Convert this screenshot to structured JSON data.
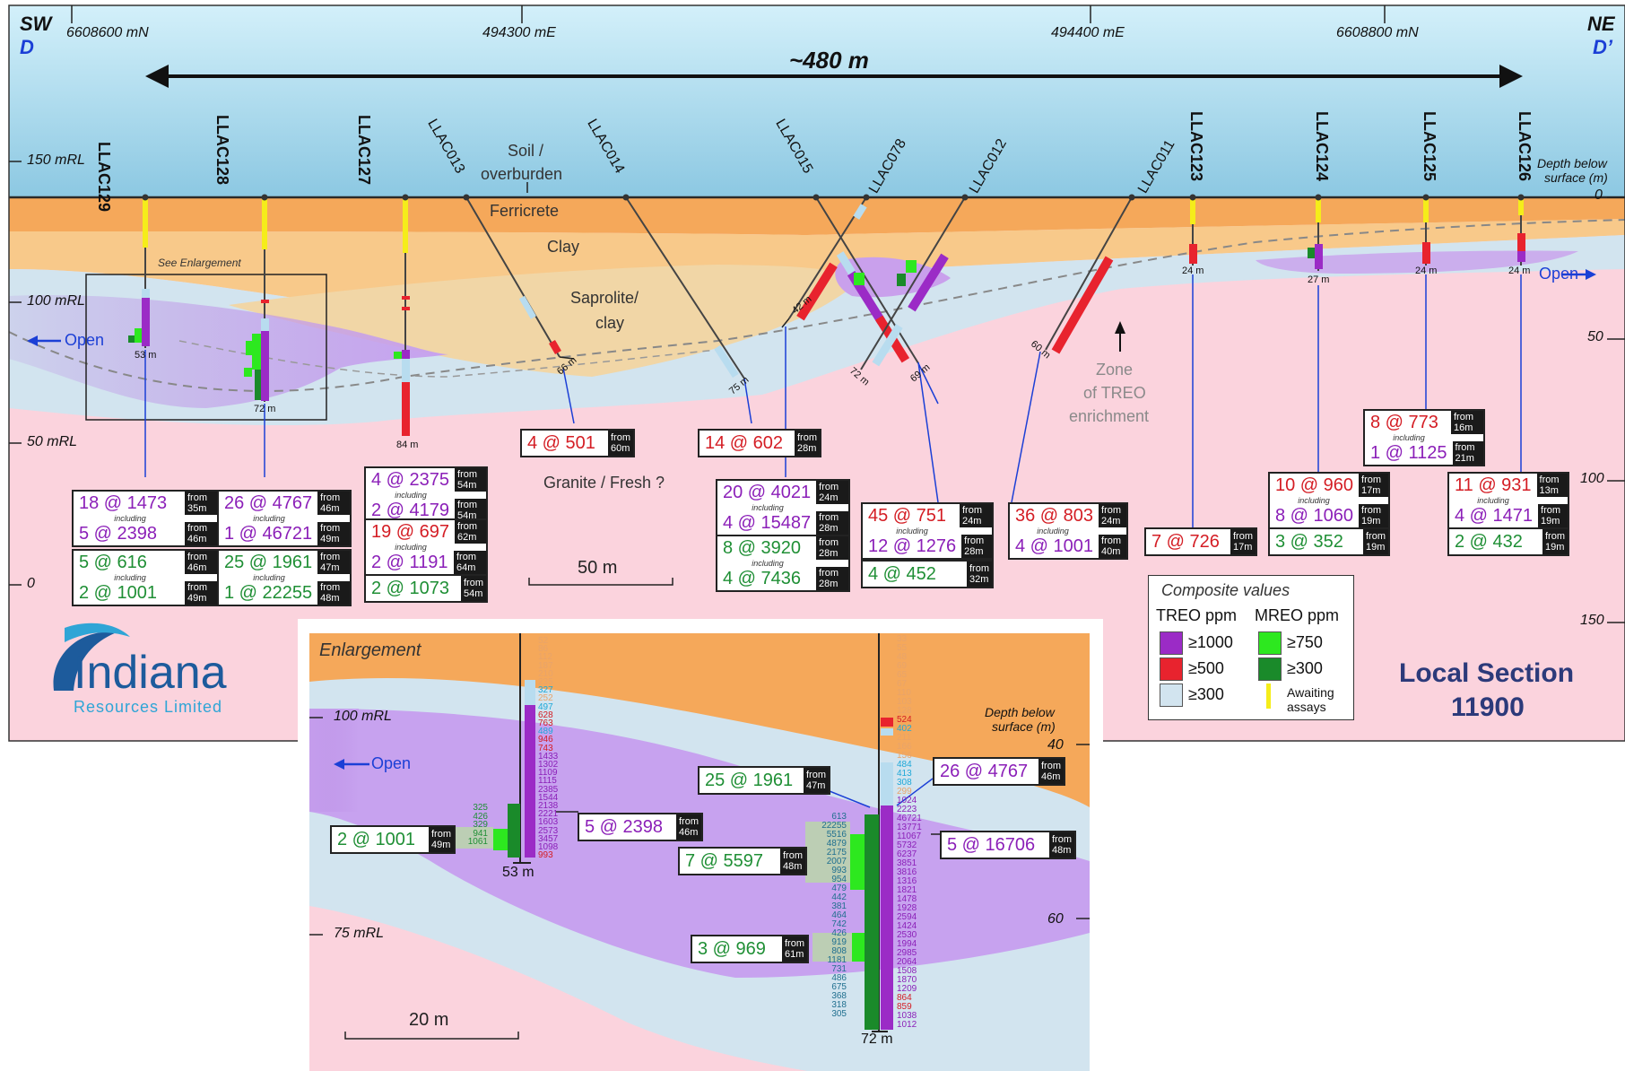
{
  "section": {
    "sw_label": "SW",
    "sw_letter": "D",
    "ne_label": "NE",
    "ne_letter": "D’",
    "top_ticks": [
      "6608600 mN",
      "494300 mE",
      "494400 mE",
      "6608800 mN"
    ],
    "width_label": "~480 m",
    "title": "Local Section\n11900",
    "title_line1": "Local Section",
    "title_line2": "11900"
  },
  "axes": {
    "left_mrl": [
      "150 mRL",
      "100 mRL",
      "50 mRL",
      "0"
    ],
    "right_depth_title": "Depth below\nsurface (m)",
    "right_depth_line1": "Depth below",
    "right_depth_line2": "surface (m)",
    "right_depth": [
      "0",
      "50",
      "100",
      "150"
    ]
  },
  "geology": {
    "soil": "Soil /\noverburden",
    "soil_line1": "Soil /",
    "soil_line2": "overburden",
    "ferricrete": "Ferricrete",
    "clay": "Clay",
    "saprolite_line1": "Saprolite/",
    "saprolite_line2": "clay",
    "granite": "Granite / Fresh ?",
    "zone_line1": "Zone",
    "zone_line2": "of TREO",
    "zone_line3": "enrichment",
    "open_left": "Open",
    "open_right": "Open",
    "see_enlargement": "See Enlargement",
    "scale_main": "50 m"
  },
  "holes": [
    "LLAC129",
    "LLAC128",
    "LLAC127",
    "LLAC013",
    "LLAC014",
    "LLAC015",
    "LLAC078",
    "LLAC012",
    "LLAC011",
    "LLAC123",
    "LLAC124",
    "LLAC125",
    "LLAC126"
  ],
  "depths": [
    "53 m",
    "72 m",
    "84 m",
    "66 m",
    "75 m",
    "42 m",
    "72 m",
    "69 m",
    "60 m",
    "24 m",
    "27 m",
    "24 m",
    "24 m"
  ],
  "intercepts": {
    "llac129_treo": {
      "a": "18 @ 1473",
      "a_from": "35m",
      "inc": "including",
      "b": "5 @ 2398",
      "b_from": "46m"
    },
    "llac129_mreo": {
      "a": "5 @ 616",
      "a_from": "46m",
      "inc": "including",
      "b": "2 @ 1001",
      "b_from": "49m"
    },
    "llac128_treo": {
      "a": "26 @ 4767",
      "a_from": "46m",
      "inc": "including",
      "b": "1 @ 46721",
      "b_from": "49m"
    },
    "llac128_mreo": {
      "a": "25 @ 1961",
      "a_from": "47m",
      "inc": "including",
      "b": "1 @ 22255",
      "b_from": "48m"
    },
    "llac127_treo1": {
      "a": "4 @ 2375",
      "a_from": "54m",
      "inc": "including",
      "b": "2 @ 4179",
      "b_from": "54m"
    },
    "llac127_treo2": {
      "a": "19 @ 697",
      "a_from": "62m",
      "inc": "including",
      "b": "2 @ 1191",
      "b_from": "64m"
    },
    "llac127_mreo": {
      "a": "2 @ 1073",
      "a_from": "54m"
    },
    "llac013": {
      "a": "4 @ 501",
      "a_from": "60m"
    },
    "llac014": {
      "a": "14 @ 602",
      "a_from": "28m"
    },
    "llac078_treo": {
      "a": "20 @ 4021",
      "a_from": "24m",
      "inc": "including",
      "b": "4 @ 15487",
      "b_from": "28m"
    },
    "llac078_mreo": {
      "a": "8 @ 3920",
      "a_from": "28m",
      "inc": "including",
      "b": "4 @ 7436",
      "b_from": "28m"
    },
    "llac012_treo": {
      "a": "45 @ 751",
      "a_from": "24m",
      "inc": "including",
      "b": "12 @ 1276",
      "b_from": "28m"
    },
    "llac012_mreo": {
      "a": "4 @ 452",
      "a_from": "32m"
    },
    "llac011": {
      "a": "36 @ 803",
      "a_from": "24m",
      "inc": "including",
      "b": "4 @ 1001",
      "b_from": "40m"
    },
    "llac123": {
      "a": "7 @ 726",
      "a_from": "17m"
    },
    "llac124_treo": {
      "a": "10 @ 960",
      "a_from": "17m",
      "inc": "including",
      "b": "8 @ 1060",
      "b_from": "19m"
    },
    "llac124_mreo": {
      "a": "3 @ 352",
      "a_from": "19m"
    },
    "llac125": {
      "a": "8 @ 773",
      "a_from": "16m",
      "inc": "including",
      "b": "1 @ 1125",
      "b_from": "21m"
    },
    "llac126_treo": {
      "a": "11 @ 931",
      "a_from": "13m",
      "inc": "including",
      "b": "4 @ 1471",
      "b_from": "19m"
    },
    "llac126_mreo": {
      "a": "2 @ 432",
      "a_from": "19m"
    },
    "from_word": "from"
  },
  "legend": {
    "title": "Composite values",
    "treo_head": "TREO ppm",
    "mreo_head": "MREO ppm",
    "treo_items": [
      "≥1000",
      "≥500",
      "≥300"
    ],
    "mreo_items": [
      "≥750",
      "≥300"
    ],
    "awaiting": "Awaiting\nassays",
    "awaiting_line1": "Awaiting",
    "awaiting_line2": "assays"
  },
  "logo": {
    "name": "Indiana",
    "sub": "Resources Limited"
  },
  "enlargement": {
    "title": "Enlargement",
    "mrl": [
      "100 mRL",
      "75 mRL"
    ],
    "depth_title_line1": "Depth below",
    "depth_title_line2": "surface (m)",
    "depth": [
      "40",
      "60"
    ],
    "open": "Open",
    "scale": "20 m",
    "left_hole_depth": "53 m",
    "right_hole_depth": "72 m",
    "left_treo_values": [
      "52",
      "86",
      "112",
      "187",
      "210",
      "235",
      "327",
      "252",
      "497",
      "628",
      "763",
      "489",
      "946",
      "743",
      "1433",
      "1302",
      "1109",
      "1115",
      "2385",
      "1544",
      "2138",
      "2221",
      "1603",
      "2573",
      "3457",
      "1098",
      "993"
    ],
    "left_mreo_values": [
      "325",
      "426",
      "329",
      "941",
      "1061"
    ],
    "right_treo_values": [
      "33",
      "55",
      "48",
      "69",
      "65",
      "67",
      "110",
      "103",
      "128",
      "524",
      "402",
      "211",
      "166",
      "156",
      "484",
      "413",
      "308",
      "299",
      "1024",
      "2223",
      "46721",
      "13771",
      "11067",
      "5732",
      "6237",
      "3851",
      "3816",
      "1316",
      "1821",
      "1478",
      "1928",
      "2594",
      "1424",
      "2530",
      "1994",
      "2985",
      "2064",
      "1508",
      "1870",
      "1209",
      "864",
      "859",
      "1038",
      "1012"
    ],
    "right_mreo_values": [
      "613",
      "22255",
      "5516",
      "4879",
      "2175",
      "2007",
      "993",
      "954",
      "479",
      "442",
      "381",
      "464",
      "742",
      "426",
      "919",
      "808",
      "1181",
      "731",
      "486",
      "675",
      "368",
      "318",
      "305"
    ],
    "call_left_mreo": {
      "a": "2 @ 1001",
      "a_from": "49m"
    },
    "call_left_treo": {
      "a": "5 @ 2398",
      "a_from": "46m"
    },
    "call_r1": {
      "a": "25 @ 1961",
      "a_from": "47m"
    },
    "call_r2": {
      "a": "26 @ 4767",
      "a_from": "46m"
    },
    "call_r3": {
      "a": "7 @ 5597",
      "a_from": "48m"
    },
    "call_r4": {
      "a": "5 @ 16706",
      "a_from": "48m"
    },
    "call_r5": {
      "a": "3 @ 969",
      "a_from": "61m"
    }
  },
  "colors": {
    "sky": "#9fd4ea",
    "sky_top": "#c9ecf6",
    "ferricrete": "#f5a85a",
    "clay": "#f8c98a",
    "saprolite": "#f1d6a6",
    "pale_blue": "#d2e4ef",
    "granite": "#fbd3dd",
    "treo_purple": "#9b2bc6",
    "treo_red": "#e8232e",
    "treo_blue": "#b8dcef",
    "mreo_light": "#2de81f",
    "mreo_dark": "#1a8a2a",
    "awaiting": "#f5ed1a",
    "purple_text": "#8b1fb8",
    "red_text": "#d41d24",
    "green_text": "#1f8f35"
  }
}
